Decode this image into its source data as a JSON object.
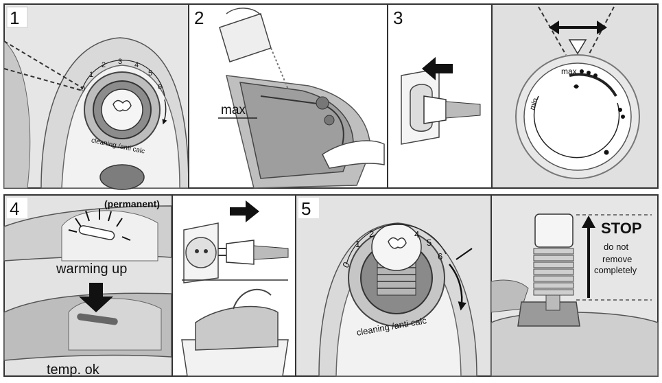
{
  "steps": {
    "s1": "1",
    "s2": "2",
    "s3": "3",
    "s4": "4",
    "s5": "5"
  },
  "panel1": {
    "dial_numbers": [
      "0",
      "1",
      "2",
      "3",
      "4",
      "5",
      "6"
    ],
    "dial_caption": "cleaning /anti calc"
  },
  "panel2": {
    "max_label": "max"
  },
  "panel4": {
    "permanent": "(permanent)",
    "warming_up": "warming up",
    "temp_ok": "temp. ok"
  },
  "panel_dial": {
    "max_label": "max",
    "min_label": "min"
  },
  "panel5": {
    "dial_numbers": [
      "0",
      "1",
      "2",
      "4",
      "5",
      "6"
    ],
    "dial_caption": "cleaning /anti calc"
  },
  "panel_stop": {
    "stop": "STOP",
    "line1": "do not",
    "line2": "remove",
    "line3": "completely"
  }
}
